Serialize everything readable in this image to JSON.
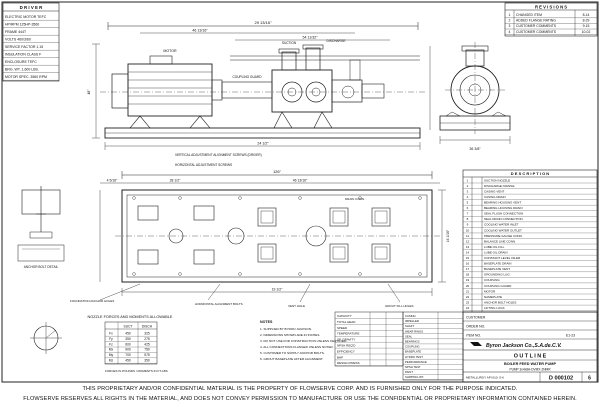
{
  "driver": {
    "heading": "D R I V E R",
    "lines": [
      "ELECTRIC MOTOR TEFC",
      "HP/RPM 125HP-3560",
      "FRAME 444T",
      "VOLTS 460/3/60",
      "SERVICE FACTOR 1.15",
      "INSULATION CLASS F",
      "ENCLOSURE TEFC",
      "BRG. WT. 1,600 LBS.",
      "MOTOR SPEC. 3560 RPM"
    ]
  },
  "revisions": {
    "heading": "R E V I S I O N S",
    "rows": [
      {
        "rev": "1",
        "desc": "CHANGED ITEM",
        "date": "8-14"
      },
      {
        "rev": "2",
        "desc": "ADDED FLANGE RATING",
        "date": "8-29"
      },
      {
        "rev": "3",
        "desc": "CUSTOMER COMMENTS",
        "date": "9-15"
      },
      {
        "rev": "4",
        "desc": "CUSTOMER COMMENTS",
        "date": "10-02"
      }
    ]
  },
  "dims": {
    "overall_top": "29 13/16\"",
    "overall_plan": "126\"",
    "sub_a": "46 13/16\"",
    "sub_b": "54 11/32\"",
    "sub_c": "24 1/2\"",
    "plan_a": "4 5/16\"",
    "plan_b": "28 1/2\"",
    "plan_c": "46 13/16\"",
    "plan_d": "19 1/2\"",
    "plan_e": "16 1/16\"",
    "height": "48\"",
    "end_width": "36 3/8\""
  },
  "notes_views": {
    "motor": "MOTOR",
    "coupling": "COUPLING GUARD",
    "suction": "SUCTION",
    "discharge": "DISCHARGE",
    "vertical_adj": "VERTICAL ADJUSTMENT ALIGNMENT SCREWS (DRIVER)",
    "horiz_adj": "HORIZONTAL ADJUSTMENT SCREWS",
    "horiz_alignment": "HORIZONTAL ALIGNMENT BOLTS",
    "anchor_bolt": "ANCHOR BOLT DETAIL",
    "foundation": "FOUNDATION ANCHOR HOLES",
    "vent_hole": "VENT HOLE",
    "grout_hole": "GROUT FILL HOLES",
    "drain": "DRAIN CONN."
  },
  "forces_table": {
    "title": "NOZZLE FORCES AND MOMENTS ALLOWABLE",
    "headers": [
      "",
      "SUCT",
      "DISCH"
    ],
    "rows": [
      [
        "Fx",
        "450",
        "325"
      ],
      [
        "Fy",
        "350",
        "275"
      ],
      [
        "Fz",
        "600",
        "425"
      ],
      [
        "Mx",
        "900",
        "750"
      ],
      [
        "My",
        "700",
        "575"
      ],
      [
        "Mz",
        "450",
        "350"
      ]
    ],
    "footer": "FORCES IN POUNDS / MOMENTS IN FT-LBS"
  },
  "notes": {
    "heading": "NOTES",
    "lines": [
      "1. SUPPLIED BY BYRON JACKSON.",
      "2. DIMENSIONS SHOWN ARE IN INCHES.",
      "3. DO NOT USE FOR CONSTRUCTION UNLESS CERTIFIED.",
      "4. ALL CONNECTIONS FLANGED UNLESS NOTED.",
      "5. CUSTOMER TO SUPPLY ANCHOR BOLTS.",
      "6. GROUT BASEPLATE AFTER ALIGNMENT."
    ]
  },
  "conditions": {
    "rows": [
      [
        "CAPACITY",
        "",
        ""
      ],
      [
        "TOTAL HEAD",
        "",
        ""
      ],
      [
        "SPEED",
        "",
        ""
      ],
      [
        "TEMPERATURE",
        "",
        ""
      ],
      [
        "SP. GRAVITY",
        "",
        ""
      ],
      [
        "NPSH REQ'D",
        "",
        ""
      ],
      [
        "EFFICIENCY",
        "",
        ""
      ],
      [
        "BHP",
        "",
        ""
      ],
      [
        "DESIGN PRESS.",
        "",
        ""
      ]
    ]
  },
  "materials": {
    "rows": [
      [
        "CASING",
        ""
      ],
      [
        "IMPELLER",
        ""
      ],
      [
        "SHAFT",
        ""
      ],
      [
        "WEAR RINGS",
        ""
      ],
      [
        "SEAL",
        ""
      ],
      [
        "BEARINGS",
        ""
      ],
      [
        "COUPLING",
        ""
      ],
      [
        "BASEPLATE",
        ""
      ],
      [
        "HYDRO TEST",
        ""
      ],
      [
        "PERFORMANCE",
        ""
      ],
      [
        "NPSH TEST",
        ""
      ],
      [
        "PAINT",
        ""
      ],
      [
        "SHIPPING WT.",
        ""
      ]
    ]
  },
  "description": {
    "heading": "D E S C R I P T I O N",
    "items": [
      "SUCTION NOZZLE",
      "DISCHARGE NOZZLE",
      "CASING VENT",
      "CASING DRAIN",
      "BEARING HOUSING VENT",
      "BEARING HOUSING DRAIN",
      "SEAL FLUSH CONNECTION",
      "SEAL DRAIN CONNECTION",
      "COOLING WATER INLET",
      "COOLING WATER OUTLET",
      "PRESSURE GAUGE CONN.",
      "BALANCE LINE CONN.",
      "LUBE OIL FILL",
      "LUBE OIL DRAIN",
      "CONSTANT LEVEL OILER",
      "BASEPLATE DRAIN",
      "BASEPLATE VENT",
      "GROUNDING LUG",
      "COUPLING",
      "COUPLING GUARD",
      "MOTOR",
      "NAMEPLATE",
      "ANCHOR BOLT HOLES",
      "LIFTING LUGS"
    ]
  },
  "title_block": {
    "company": "Byron Jackson Co.,S.A.de.C.V.",
    "doc_type": "O U T L I N E",
    "line1": "BOILER FEED WATER PUMP",
    "line2": "PUMP 3x4x8A-DVMX-2NMR",
    "dwg_no": "D 000102",
    "rev": "6",
    "metallurgy": "METALLURGY  API 610: S-6",
    "customer": "CUSTOMER",
    "order": "ORDER NO.",
    "item": "ITEM NO.",
    "small_label": "E1-23"
  },
  "legal": {
    "line1": "THIS PROPRIETARY AND/OR CONFIDENTIAL MATERIAL IS THE PROPERTY OF FLOWSERVE CORP. AND IS FURNISHED ONLY FOR THE PURPOSE INDICATED.",
    "line2": "FLOWSERVE RESERVES ALL RIGHTS IN THE MATERIAL, AND DOES NOT CONVEY PERMISSION TO MANUFACTURE OR USE THE CONFIDENTIAL OR PROPRIETARY INFORMATION CONTAINED HEREIN."
  }
}
